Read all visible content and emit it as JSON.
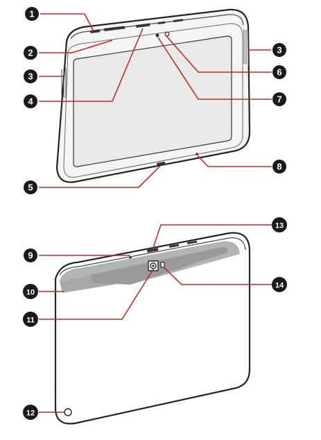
{
  "colors": {
    "callout_fill": "#1a1a1a",
    "callout_text": "#ffffff",
    "leader_line": "#c8281e",
    "device_outline": "#222222",
    "bezel_fill": "#f4f4f4",
    "screen_fill": "#e9e9e9",
    "back_panel": "#ffffff",
    "speaker_band": "#a9a9a9"
  },
  "callouts": [
    {
      "id": "c1",
      "label": "1"
    },
    {
      "id": "c2",
      "label": "2"
    },
    {
      "id": "c3l",
      "label": "3"
    },
    {
      "id": "c3r",
      "label": "3"
    },
    {
      "id": "c4",
      "label": "4"
    },
    {
      "id": "c5",
      "label": "5"
    },
    {
      "id": "c6",
      "label": "6"
    },
    {
      "id": "c7",
      "label": "7"
    },
    {
      "id": "c8",
      "label": "8"
    },
    {
      "id": "c9",
      "label": "9"
    },
    {
      "id": "c10",
      "label": "10"
    },
    {
      "id": "c11",
      "label": "11"
    },
    {
      "id": "c12",
      "label": "12"
    },
    {
      "id": "c13",
      "label": "13"
    },
    {
      "id": "c14",
      "label": "14"
    }
  ]
}
